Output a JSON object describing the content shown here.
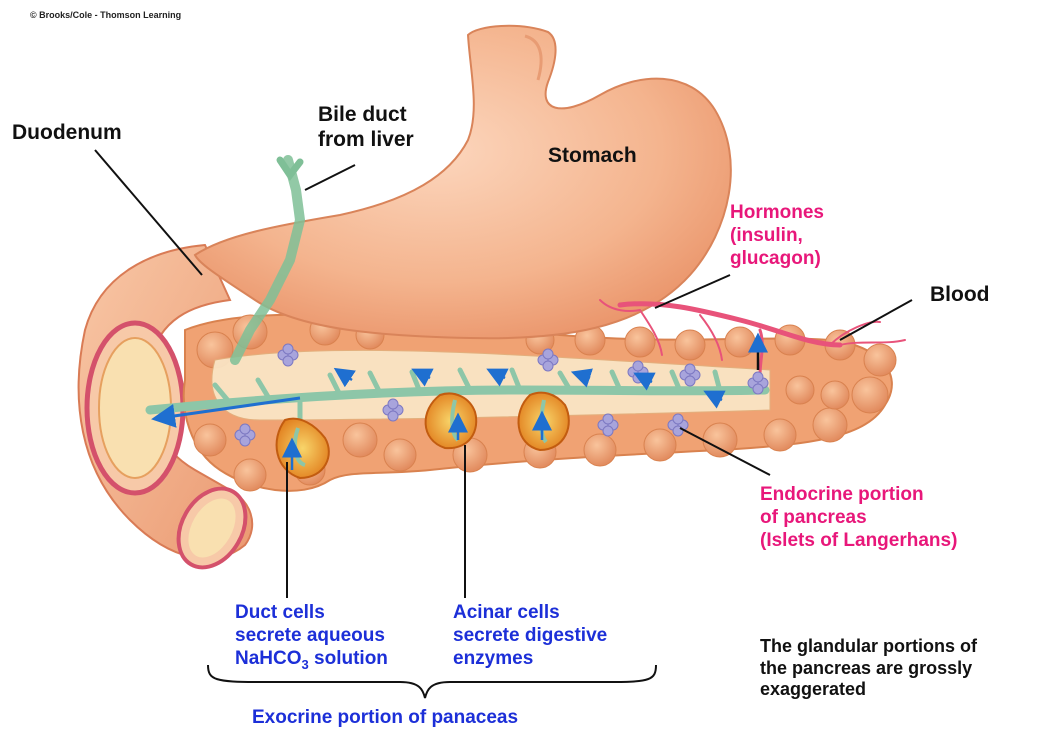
{
  "copyright": "© Brooks/Cole - Thomson Learning",
  "labels": {
    "duodenum": "Duodenum",
    "bile_duct_1": "Bile duct",
    "bile_duct_2": "from liver",
    "stomach": "Stomach",
    "hormones_1": "Hormones",
    "hormones_2": "(insulin,",
    "hormones_3": "glucagon)",
    "blood": "Blood",
    "endocrine_1": "Endocrine portion",
    "endocrine_2": "of pancreas",
    "endocrine_3": "(Islets of Langerhans)",
    "duct_cells_1": "Duct cells",
    "duct_cells_2": "secrete aqueous",
    "duct_cells_3_pre": "NaHCO",
    "duct_cells_3_sub": "3",
    "duct_cells_3_post": " solution",
    "acinar_1": "Acinar cells",
    "acinar_2": "secrete digestive",
    "acinar_3": "enzymes",
    "note_1": "The glandular portions of",
    "note_2": "the pancreas are grossly",
    "note_3": "exaggerated",
    "exocrine": "Exocrine portion of panaceas"
  },
  "colors": {
    "label_black": "#111111",
    "label_pink": "#e8177a",
    "label_blue": "#1c2fd8",
    "stomach": "#f4b48e",
    "pancreas": "#f2a978",
    "duct": "#8dc6a8",
    "islet": "#a8a4dc",
    "arrow": "#1f6fd0",
    "vessel": "#e8537a"
  },
  "icons": [
    "stomach-illustration",
    "pancreas-illustration",
    "duodenum-illustration",
    "bile-duct-illustration",
    "blood-vessel-illustration",
    "pancreatic-duct-illustration",
    "islet-icon",
    "acinus-icon",
    "flow-arrow-icon",
    "brace-icon"
  ]
}
